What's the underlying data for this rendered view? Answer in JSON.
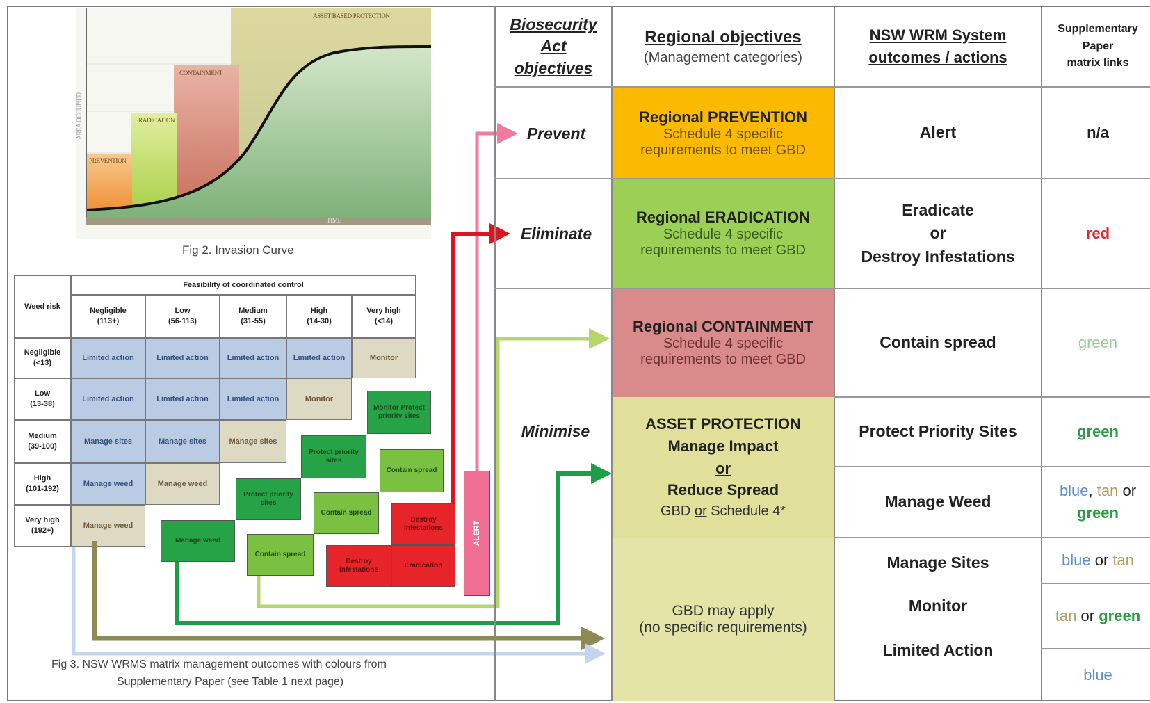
{
  "fig2": {
    "bands": [
      "PREVENTION",
      "ERADICATION",
      "CONTAINMENT",
      "ASSET BASED PROTECTION"
    ],
    "y_axis_label": "AREA OCCUPIED",
    "x_axis_label": "TIME",
    "caption": "Fig 2. Invasion Curve",
    "colors": {
      "prevention": "#f4a04a",
      "eradication": "#b8d85a",
      "containment": "#d98070",
      "asset": "#c9c28a",
      "curve_fill": "#9fc79a"
    }
  },
  "matrix": {
    "top_header": "Feasibility of coordinated control",
    "row_header": "Weed risk",
    "columns": [
      {
        "name": "Negligible",
        "range": "(113+)"
      },
      {
        "name": "Low",
        "range": "(56-113)"
      },
      {
        "name": "Medium",
        "range": "(31-55)"
      },
      {
        "name": "High",
        "range": "(14-30)"
      },
      {
        "name": "Very high",
        "range": "(<14)"
      }
    ],
    "rows": [
      {
        "name": "Negligible",
        "range": "(<13)",
        "cells": [
          "Limited action",
          "Limited action",
          "Limited action",
          "Limited action",
          "Monitor"
        ]
      },
      {
        "name": "Low",
        "range": "(13-38)",
        "cells": [
          "Limited action",
          "Limited action",
          "Limited action",
          "Monitor"
        ]
      },
      {
        "name": "Medium",
        "range": "(39-100)",
        "cells": [
          "Manage sites",
          "Manage sites",
          "Manage sites"
        ]
      },
      {
        "name": "High",
        "range": "(101-192)",
        "cells": [
          "Manage weed",
          "Manage weed"
        ]
      },
      {
        "name": "Very high",
        "range": "(192+)",
        "cells": [
          "Manage weed"
        ]
      }
    ],
    "stairs": [
      {
        "label": "Monitor Protect priority sites",
        "tone": "dg"
      },
      {
        "label": "Protect priority sites",
        "tone": "dg"
      },
      {
        "label": "Contain spread",
        "tone": "lg"
      },
      {
        "label": "Protect priority sites",
        "tone": "dg"
      },
      {
        "label": "Contain spread",
        "tone": "lg"
      },
      {
        "label": "Destroy infestations",
        "tone": "rd"
      },
      {
        "label": "Manage weed",
        "tone": "dg"
      },
      {
        "label": "Contain spread",
        "tone": "lg"
      },
      {
        "label": "Destroy infestations",
        "tone": "rd"
      },
      {
        "label": "Eradication",
        "tone": "rd"
      }
    ],
    "alert_label": "ALERT",
    "caption_line1": "Fig 3. NSW WRMS matrix management outcomes with colours from",
    "caption_line2": "Supplementary Paper (see Table 1 next page)"
  },
  "table": {
    "headers": {
      "objectives": [
        "Biosecurity",
        "Act",
        "objectives"
      ],
      "regional_title": "Regional objectives",
      "regional_sub": "(Management categories)",
      "outcomes": [
        "NSW WRM System",
        "outcomes / actions"
      ],
      "links": [
        "Supplementary",
        "Paper",
        "matrix links"
      ]
    },
    "objectives": {
      "prevent": "Prevent",
      "eliminate": "Eliminate",
      "minimise": "Minimise"
    },
    "categories": {
      "prevention": {
        "title": "Regional PREVENTION",
        "sub1": "Schedule 4 specific",
        "sub2": "requirements to meet GBD",
        "color": "#fbb900"
      },
      "eradication": {
        "title": "Regional ERADICATION",
        "sub1": "Schedule 4 specific",
        "sub2": "requirements to meet GBD",
        "color": "#9ccf55"
      },
      "containment": {
        "title": "Regional CONTAINMENT",
        "sub1": "Schedule 4 specific",
        "sub2": "requirements to meet GBD",
        "color": "#d98a8a"
      },
      "asset": {
        "l1": "ASSET PROTECTION",
        "l2": "Manage Impact",
        "l3": "or",
        "l4": "Reduce Spread",
        "l5a": "GBD ",
        "l5b": "or",
        "l5c": " Schedule 4*",
        "color": "#e0e09a"
      },
      "gbd": {
        "l1": "GBD may apply",
        "l2": "(no specific requirements)",
        "color": "#e4e4a6"
      }
    },
    "outcomes": {
      "alert": "Alert",
      "eradicate": [
        "Eradicate",
        "or",
        "Destroy Infestations"
      ],
      "contain": "Contain spread",
      "protect": "Protect Priority Sites",
      "manage_weed": "Manage Weed",
      "manage_sites": "Manage Sites",
      "monitor": "Monitor",
      "limited": "Limited Action"
    },
    "links": {
      "alert": "n/a",
      "eradicate": "red",
      "contain": "green",
      "protect": "green",
      "manage_weed": {
        "a": "blue",
        "sep1": ", ",
        "b": "tan",
        "sep2": " or",
        "c": "green"
      },
      "manage_sites": {
        "a": "blue",
        "sep": " or ",
        "b": "tan"
      },
      "monitor": {
        "a": "tan",
        "sep": " or ",
        "b": "green"
      },
      "limited": "blue"
    },
    "link_colors": {
      "red": "#e32636",
      "green": "#2e9b45",
      "green_faint": "#8fcf8f",
      "blue": "#5b8fd0",
      "tan": "#b39a63"
    }
  }
}
